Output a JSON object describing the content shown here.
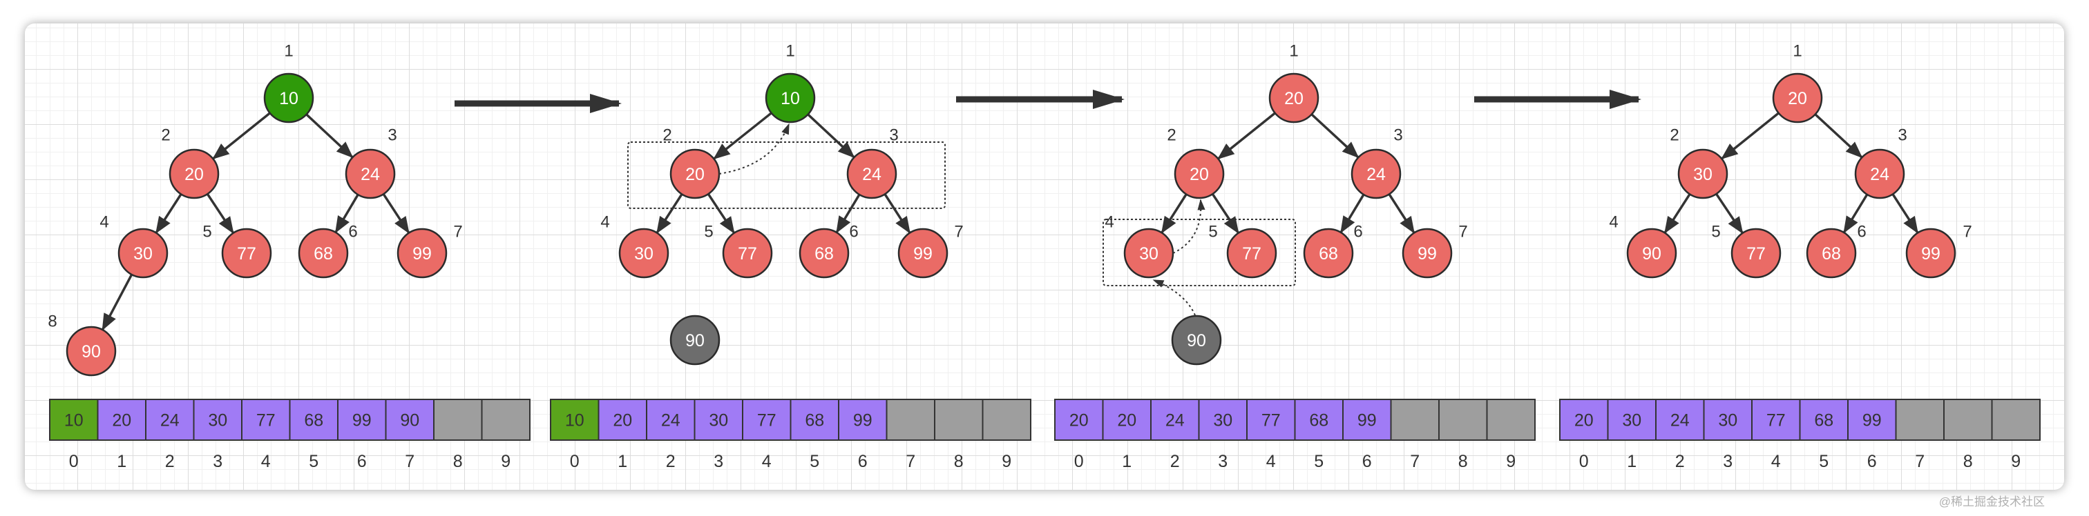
{
  "colors": {
    "node_red": "#ea6b66",
    "node_green": "#2f9a0a",
    "node_gray": "#6d6d6d",
    "cell_purple": "#a07bf5",
    "cell_green": "#5aa51c",
    "cell_gray": "#9e9e9e"
  },
  "array_indices": [
    "0",
    "1",
    "2",
    "3",
    "4",
    "5",
    "6",
    "7",
    "8",
    "9"
  ],
  "stages": [
    {
      "nodes": [
        {
          "pos": "1",
          "value": "10",
          "color": "green"
        },
        {
          "pos": "2",
          "value": "20",
          "color": "red"
        },
        {
          "pos": "3",
          "value": "24",
          "color": "red"
        },
        {
          "pos": "4",
          "value": "30",
          "color": "red"
        },
        {
          "pos": "5",
          "value": "77",
          "color": "red"
        },
        {
          "pos": "6",
          "value": "68",
          "color": "red"
        },
        {
          "pos": "7",
          "value": "99",
          "color": "red"
        },
        {
          "pos": "8",
          "value": "90",
          "color": "red"
        }
      ],
      "array": [
        {
          "value": "10",
          "color": "green"
        },
        {
          "value": "20",
          "color": "purple"
        },
        {
          "value": "24",
          "color": "purple"
        },
        {
          "value": "30",
          "color": "purple"
        },
        {
          "value": "77",
          "color": "purple"
        },
        {
          "value": "68",
          "color": "purple"
        },
        {
          "value": "99",
          "color": "purple"
        },
        {
          "value": "90",
          "color": "purple"
        },
        {
          "value": "",
          "color": "gray"
        },
        {
          "value": "",
          "color": "gray"
        }
      ]
    },
    {
      "nodes": [
        {
          "pos": "1",
          "value": "10",
          "color": "green"
        },
        {
          "pos": "2",
          "value": "20",
          "color": "red"
        },
        {
          "pos": "3",
          "value": "24",
          "color": "red"
        },
        {
          "pos": "4",
          "value": "30",
          "color": "red"
        },
        {
          "pos": "5",
          "value": "77",
          "color": "red"
        },
        {
          "pos": "6",
          "value": "68",
          "color": "red"
        },
        {
          "pos": "7",
          "value": "99",
          "color": "red"
        }
      ],
      "detached": {
        "value": "90",
        "color": "gray"
      },
      "array": [
        {
          "value": "10",
          "color": "green"
        },
        {
          "value": "20",
          "color": "purple"
        },
        {
          "value": "24",
          "color": "purple"
        },
        {
          "value": "30",
          "color": "purple"
        },
        {
          "value": "77",
          "color": "purple"
        },
        {
          "value": "68",
          "color": "purple"
        },
        {
          "value": "99",
          "color": "purple"
        },
        {
          "value": "",
          "color": "gray"
        },
        {
          "value": "",
          "color": "gray"
        },
        {
          "value": "",
          "color": "gray"
        }
      ]
    },
    {
      "nodes": [
        {
          "pos": "1",
          "value": "20",
          "color": "red"
        },
        {
          "pos": "2",
          "value": "20",
          "color": "red"
        },
        {
          "pos": "3",
          "value": "24",
          "color": "red"
        },
        {
          "pos": "4",
          "value": "30",
          "color": "red"
        },
        {
          "pos": "5",
          "value": "77",
          "color": "red"
        },
        {
          "pos": "6",
          "value": "68",
          "color": "red"
        },
        {
          "pos": "7",
          "value": "99",
          "color": "red"
        }
      ],
      "detached": {
        "value": "90",
        "color": "gray"
      },
      "array": [
        {
          "value": "20",
          "color": "purple"
        },
        {
          "value": "20",
          "color": "purple"
        },
        {
          "value": "24",
          "color": "purple"
        },
        {
          "value": "30",
          "color": "purple"
        },
        {
          "value": "77",
          "color": "purple"
        },
        {
          "value": "68",
          "color": "purple"
        },
        {
          "value": "99",
          "color": "purple"
        },
        {
          "value": "",
          "color": "gray"
        },
        {
          "value": "",
          "color": "gray"
        },
        {
          "value": "",
          "color": "gray"
        }
      ]
    },
    {
      "nodes": [
        {
          "pos": "1",
          "value": "20",
          "color": "red"
        },
        {
          "pos": "2",
          "value": "30",
          "color": "red"
        },
        {
          "pos": "3",
          "value": "24",
          "color": "red"
        },
        {
          "pos": "4",
          "value": "90",
          "color": "red"
        },
        {
          "pos": "5",
          "value": "77",
          "color": "red"
        },
        {
          "pos": "6",
          "value": "68",
          "color": "red"
        },
        {
          "pos": "7",
          "value": "99",
          "color": "red"
        }
      ],
      "array": [
        {
          "value": "20",
          "color": "purple"
        },
        {
          "value": "30",
          "color": "purple"
        },
        {
          "value": "24",
          "color": "purple"
        },
        {
          "value": "30",
          "color": "purple"
        },
        {
          "value": "77",
          "color": "purple"
        },
        {
          "value": "68",
          "color": "purple"
        },
        {
          "value": "99",
          "color": "purple"
        },
        {
          "value": "",
          "color": "gray"
        },
        {
          "value": "",
          "color": "gray"
        },
        {
          "value": "",
          "color": "gray"
        }
      ]
    }
  ],
  "watermark": "@稀土掘金技术社区"
}
